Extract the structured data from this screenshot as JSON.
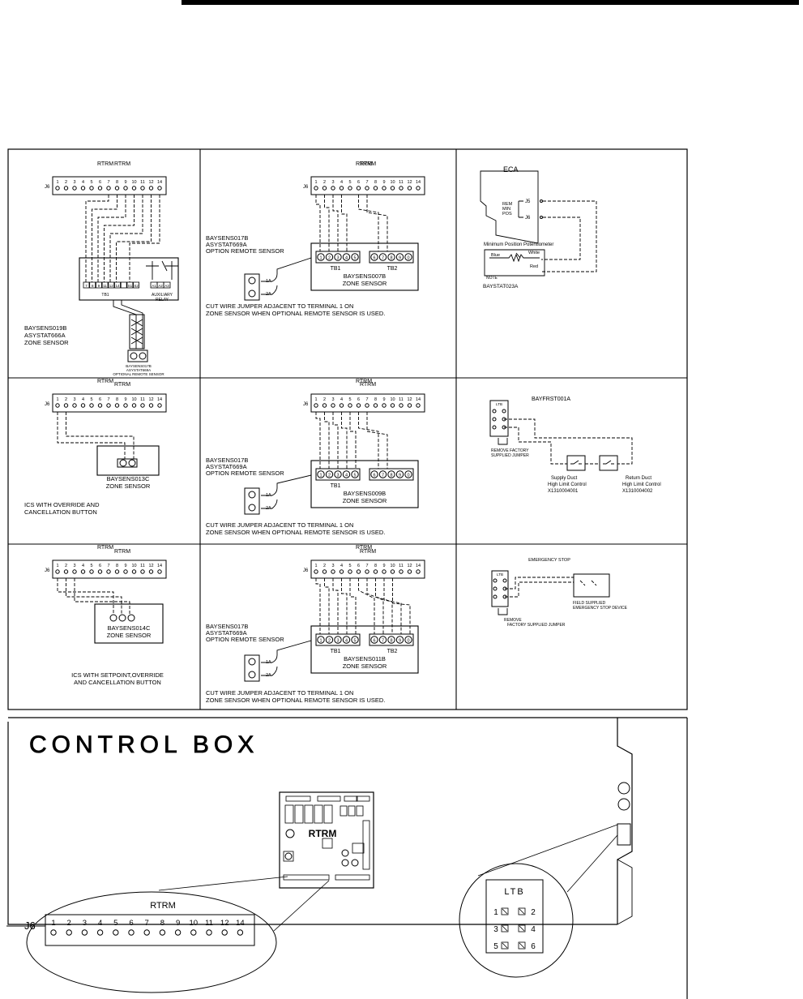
{
  "top_rule": true,
  "rtrm": "RTRM",
  "j6": "J6",
  "terminals": [
    "1",
    "2",
    "3",
    "4",
    "5",
    "6",
    "7",
    "8",
    "9",
    "10",
    "11",
    "12",
    "14"
  ],
  "panel_1_1": {
    "sensor_lines": [
      "BAYSENS019B",
      "ASYSTAT666A",
      "ZONE SENSOR"
    ],
    "tb1": "TB1",
    "tb_terms": [
      "7",
      "8",
      "9",
      "11",
      "12",
      "14",
      "",
      "S1",
      "S2"
    ],
    "relay_terms": [
      "A1",
      "A2",
      "A3"
    ],
    "relay_label": [
      "AUXILIARY",
      "RELAY"
    ],
    "remote_lines": [
      "BAYSENS017B",
      "ASYSTAT669A",
      "OPTIONAL REMOTE SENSOR"
    ]
  },
  "remote_block": {
    "lines": [
      "BAYSENS017B",
      "ASYSTAT669A",
      "OPTION REMOTE SENSOR"
    ],
    "t1": "1A",
    "t2": "2A"
  },
  "cut_note": [
    "CUT WIRE JUMPER ADJACENT TO TERMINAL 1 ON",
    "ZONE SENSOR WHEN OPTIONAL REMOTE SENSOR IS USED."
  ],
  "panel_1_2": {
    "tb1": "TB1",
    "tb2": "TB2",
    "sensor": [
      "BAYSENS007B",
      "ZONE SENSOR"
    ],
    "tb1_terms": [
      "1",
      "2",
      "3",
      "4",
      "5"
    ],
    "tb2_terms": [
      "6",
      "7",
      "8",
      "9",
      "0"
    ]
  },
  "panel_2_2": {
    "tb1": "TB1",
    "sensor": [
      "BAYSENS009B",
      "ZONE SENSOR"
    ],
    "tb1_terms": [
      "1",
      "2",
      "3",
      "4",
      "5"
    ],
    "tb2_terms": [
      "6",
      "7",
      "8",
      "9",
      "0"
    ]
  },
  "panel_3_2": {
    "tb1": "TB1",
    "tb2": "TB2",
    "sensor": [
      "BAYSENS011B",
      "ZONE SENSOR"
    ],
    "tb1_terms": [
      "1",
      "2",
      "3",
      "4",
      "5"
    ],
    "tb2_terms": [
      "6",
      "7",
      "8",
      "9",
      "0"
    ]
  },
  "panel_1_3": {
    "eca": "ECA",
    "rem": [
      "REM",
      "MIN",
      "POS"
    ],
    "j5": "J5",
    "j6": "J6",
    "pot": "Minimum Position Potentiometer",
    "blue": "Blue",
    "white": "White",
    "red": "Red",
    "note": "NOTE",
    "part": "BAYSTAT023A"
  },
  "panel_2_1": {
    "sensor": [
      "BAYSENS013C",
      "ZONE SENSOR"
    ],
    "caption": [
      "ICS WITH OVERRIDE AND",
      "CANCELLATION BUTTON"
    ]
  },
  "panel_2_3": {
    "title": "BAYFRST001A",
    "ltb": "LTB",
    "jumper": [
      "REMOVE FACTORY",
      "SUPPLIED JUMPER"
    ],
    "supply": [
      "Supply Duct",
      "High Limit Control",
      "X1310004001"
    ],
    "return": [
      "Return Duct",
      "High Limit Control",
      "X1310004002"
    ]
  },
  "panel_3_1": {
    "sensor": [
      "BAYSENS014C",
      "ZONE SENSOR"
    ],
    "caption": [
      "ICS WITH SETPOINT,OVERRIDE",
      "AND CANCELLATION BUTTON"
    ]
  },
  "panel_3_3": {
    "title": "EMERGENCY STOP",
    "ltb": "LTB",
    "jumper": [
      "REMOVE",
      "FACTORY SUPPLIED JUMPER"
    ],
    "device": [
      "FIELD SUPPLIED",
      "EMERGENCY STOP DEVICE"
    ]
  },
  "control_box": {
    "title": "CONTROL BOX",
    "board": "RTRM",
    "ltb": "LTB",
    "ltb_terms": [
      "1",
      "2",
      "3",
      "4",
      "5",
      "6"
    ]
  }
}
